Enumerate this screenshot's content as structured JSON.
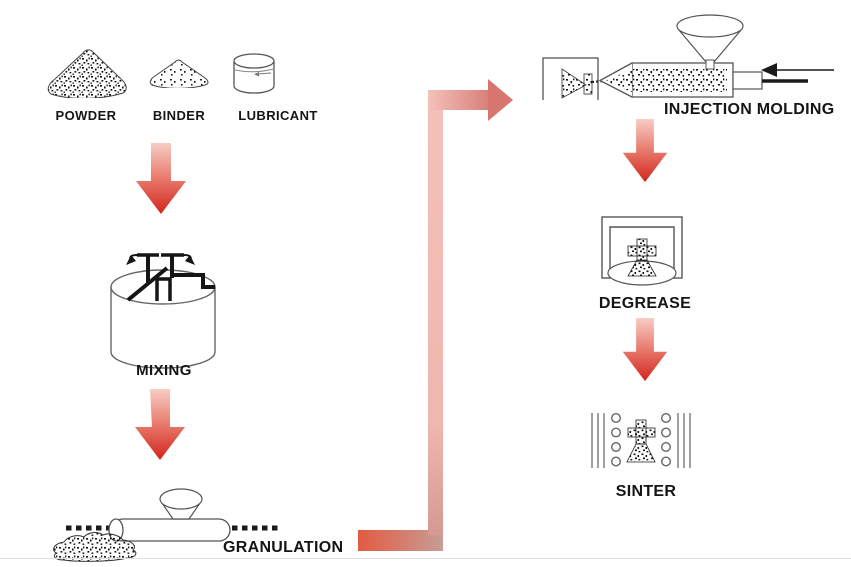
{
  "diagram": {
    "inputs": {
      "powder": {
        "label": "POWDER"
      },
      "binder": {
        "label": "BINDER"
      },
      "lubricant": {
        "label": "LUBRICANT"
      }
    },
    "steps": {
      "mixing": {
        "label": "MIXING"
      },
      "granulation": {
        "label": "GRANULATION"
      },
      "injection_molding": {
        "label": "INJECTION MOLDING"
      },
      "degrease": {
        "label": "DEGREASE"
      },
      "sinter": {
        "label": "SINTER"
      }
    },
    "sequence": [
      "POWDER",
      "BINDER",
      "LUBRICANT",
      "MIXING",
      "GRANULATION",
      "INJECTION MOLDING",
      "DEGREASE",
      "SINTER"
    ],
    "colors": {
      "flow_arrow_top": "#f7cdc4",
      "flow_arrow_mid": "#e8796c",
      "flow_arrow_tip": "#d3241b",
      "connector_light": "#f4c1ba",
      "connector_dark": "#d8817a",
      "connector_start": "#e25b41",
      "connector_fade": "#c79d97",
      "line": "#4d4d4d",
      "text": "#151515",
      "background": "#ffffff"
    }
  }
}
